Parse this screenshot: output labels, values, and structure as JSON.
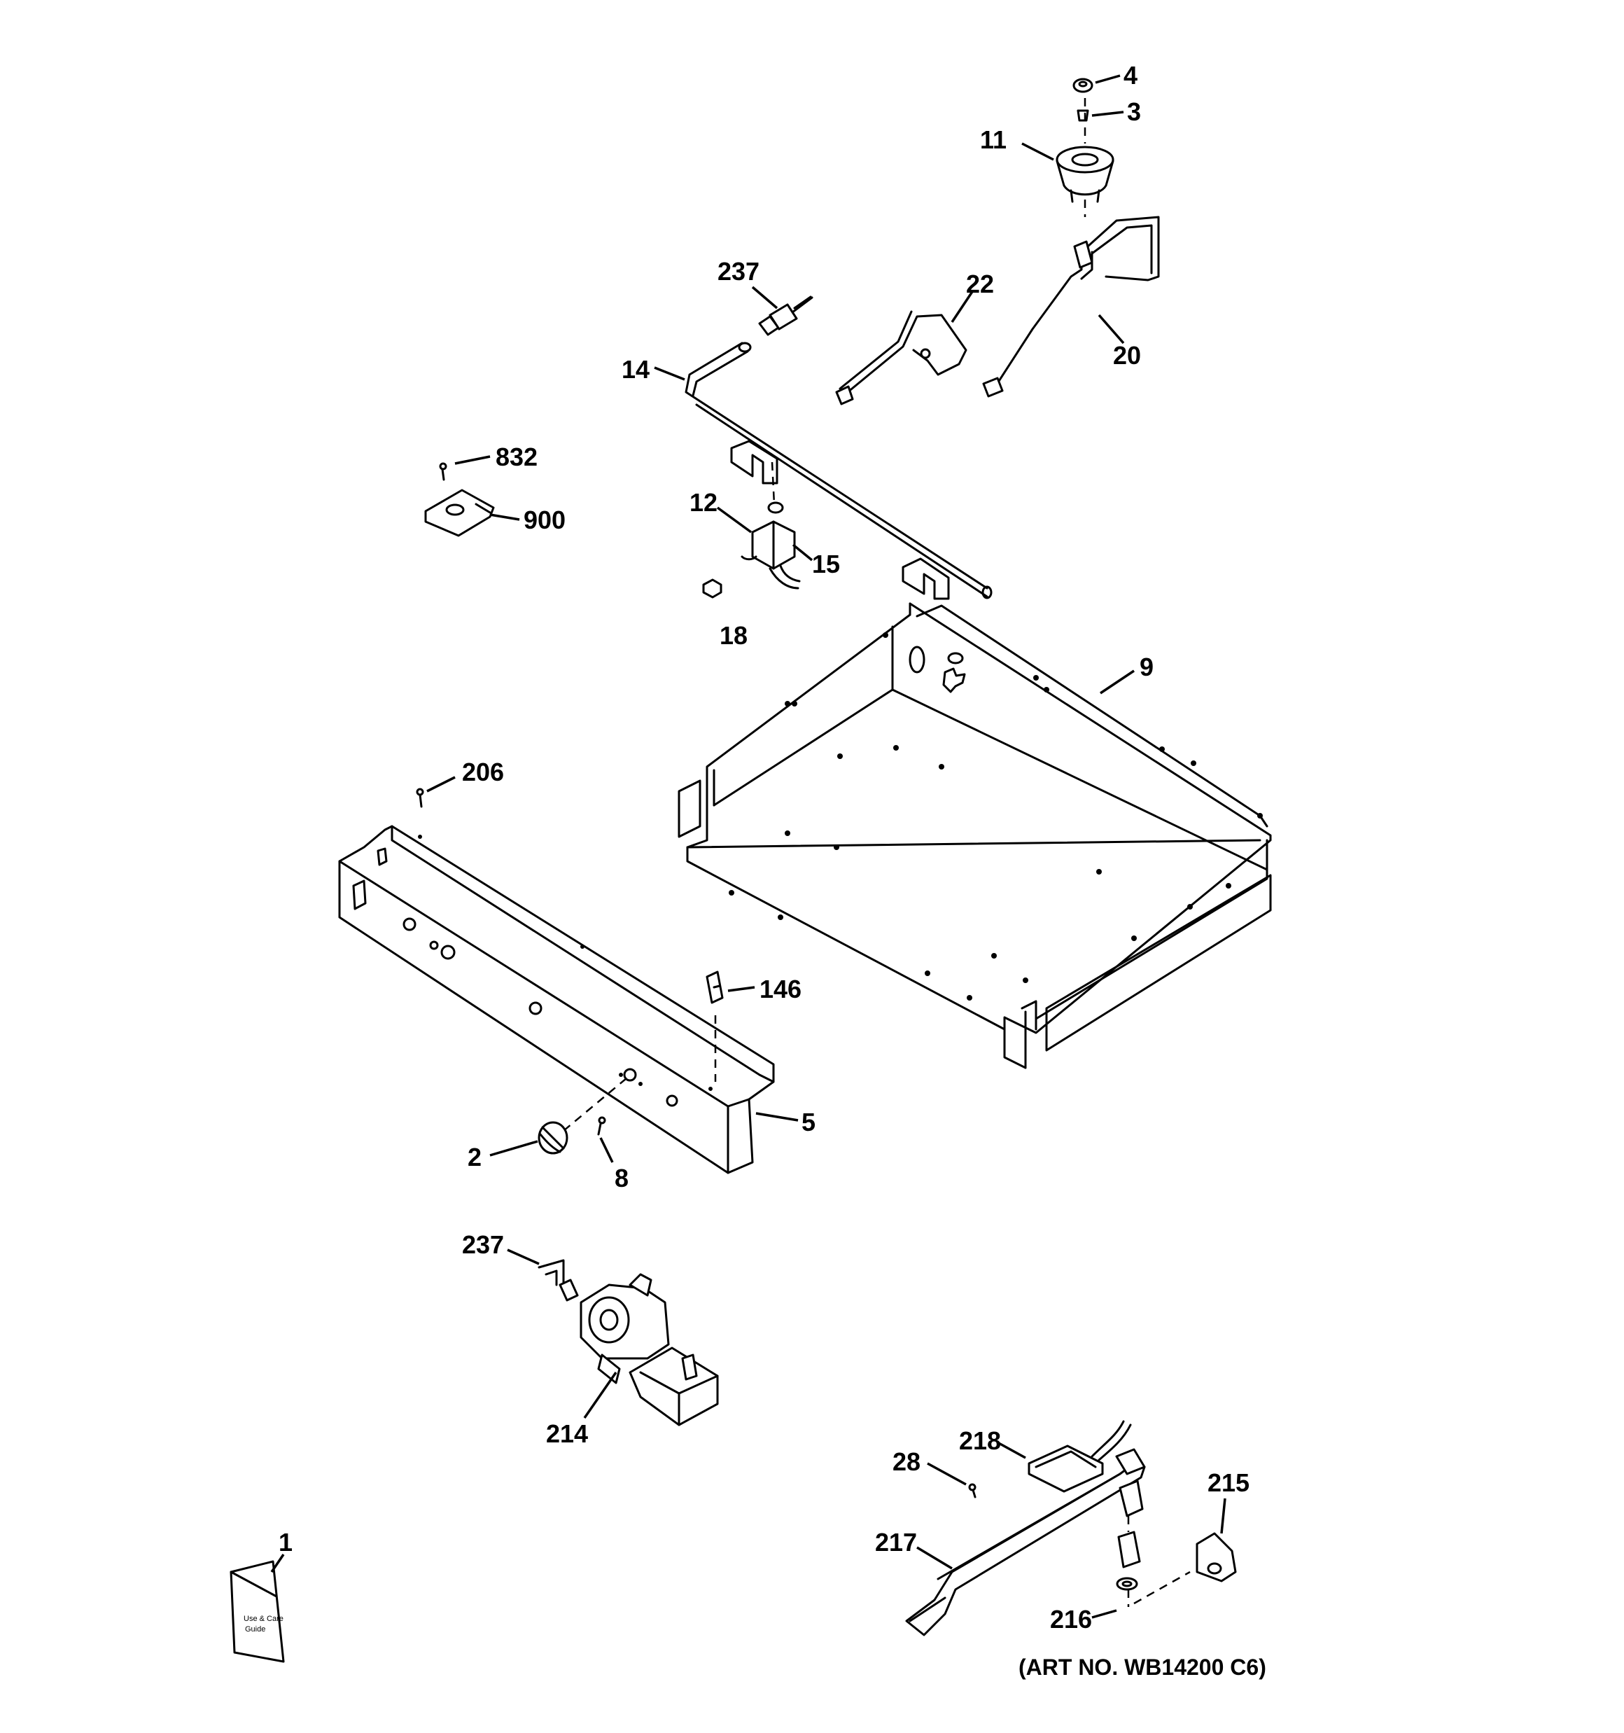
{
  "callouts": [
    {
      "id": "c4",
      "label": "4"
    },
    {
      "id": "c3",
      "label": "3"
    },
    {
      "id": "c11",
      "label": "11"
    },
    {
      "id": "c237a",
      "label": "237"
    },
    {
      "id": "c22",
      "label": "22"
    },
    {
      "id": "c20",
      "label": "20"
    },
    {
      "id": "c14",
      "label": "14"
    },
    {
      "id": "c832",
      "label": "832"
    },
    {
      "id": "c900",
      "label": "900"
    },
    {
      "id": "c12",
      "label": "12"
    },
    {
      "id": "c15",
      "label": "15"
    },
    {
      "id": "c18",
      "label": "18"
    },
    {
      "id": "c9",
      "label": "9"
    },
    {
      "id": "c206",
      "label": "206"
    },
    {
      "id": "c146",
      "label": "146"
    },
    {
      "id": "c5",
      "label": "5"
    },
    {
      "id": "c2",
      "label": "2"
    },
    {
      "id": "c8",
      "label": "8"
    },
    {
      "id": "c237b",
      "label": "237"
    },
    {
      "id": "c214",
      "label": "214"
    },
    {
      "id": "c218",
      "label": "218"
    },
    {
      "id": "c28",
      "label": "28"
    },
    {
      "id": "c215",
      "label": "215"
    },
    {
      "id": "c217",
      "label": "217"
    },
    {
      "id": "c216",
      "label": "216"
    },
    {
      "id": "c1",
      "label": "1"
    }
  ],
  "art_number": "(ART NO. WB14200 C6)"
}
